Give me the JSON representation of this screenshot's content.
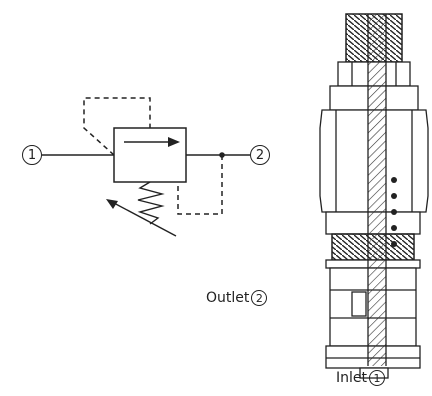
{
  "symbol": {
    "port_in": "1",
    "port_out": "2"
  },
  "cutaway": {
    "outlet_label": "Outlet",
    "outlet_num": "2",
    "inlet_label": "Inlet",
    "inlet_num": "1"
  }
}
